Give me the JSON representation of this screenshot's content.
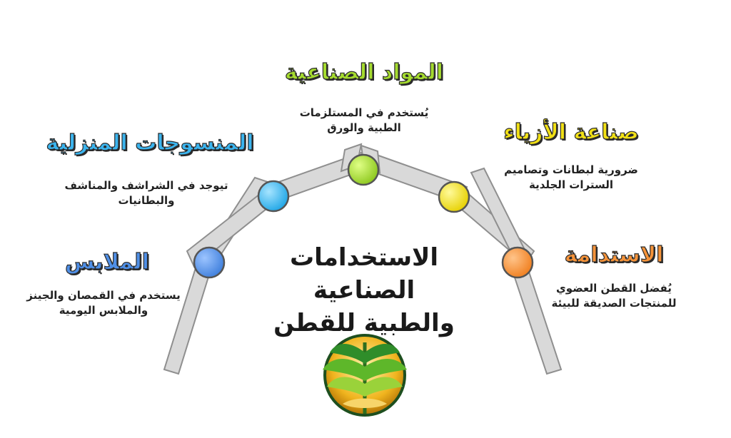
{
  "center_title": {
    "line1": "الاستخدامات الصناعية",
    "line2": "والطبية للقطن"
  },
  "nodes": [
    {
      "heading": "الملابس",
      "desc1": "يستخدم في القمصان والجينز",
      "desc2": "والملابس اليومية",
      "color": "#4f8fe6"
    },
    {
      "heading": "المنسوجات المنزلية",
      "desc1": "تيوجد في الشراشف والمناشف",
      "desc2": "والبطانيات",
      "color": "#3bb4ee"
    },
    {
      "heading": "المواد الصناعية",
      "desc1": "يُستخدم في المستلزمات",
      "desc2": "الطبية والورق",
      "color": "#a5db2f"
    },
    {
      "heading": "صناعة الأزياء",
      "desc1": "ضرورية لبطانات وتصاميم",
      "desc2": "السترات الجلدية",
      "color": "#f1e016"
    },
    {
      "heading": "الاستدامة",
      "desc1": "يُفضل القطن العضوي",
      "desc2": "للمنتجات الصديقة للبيئة",
      "color": "#f5933a"
    }
  ],
  "logo": {
    "icon": "cotton-leaf-icon",
    "colors": [
      "#1f7a2e",
      "#7bc22a",
      "#f2c230"
    ]
  }
}
